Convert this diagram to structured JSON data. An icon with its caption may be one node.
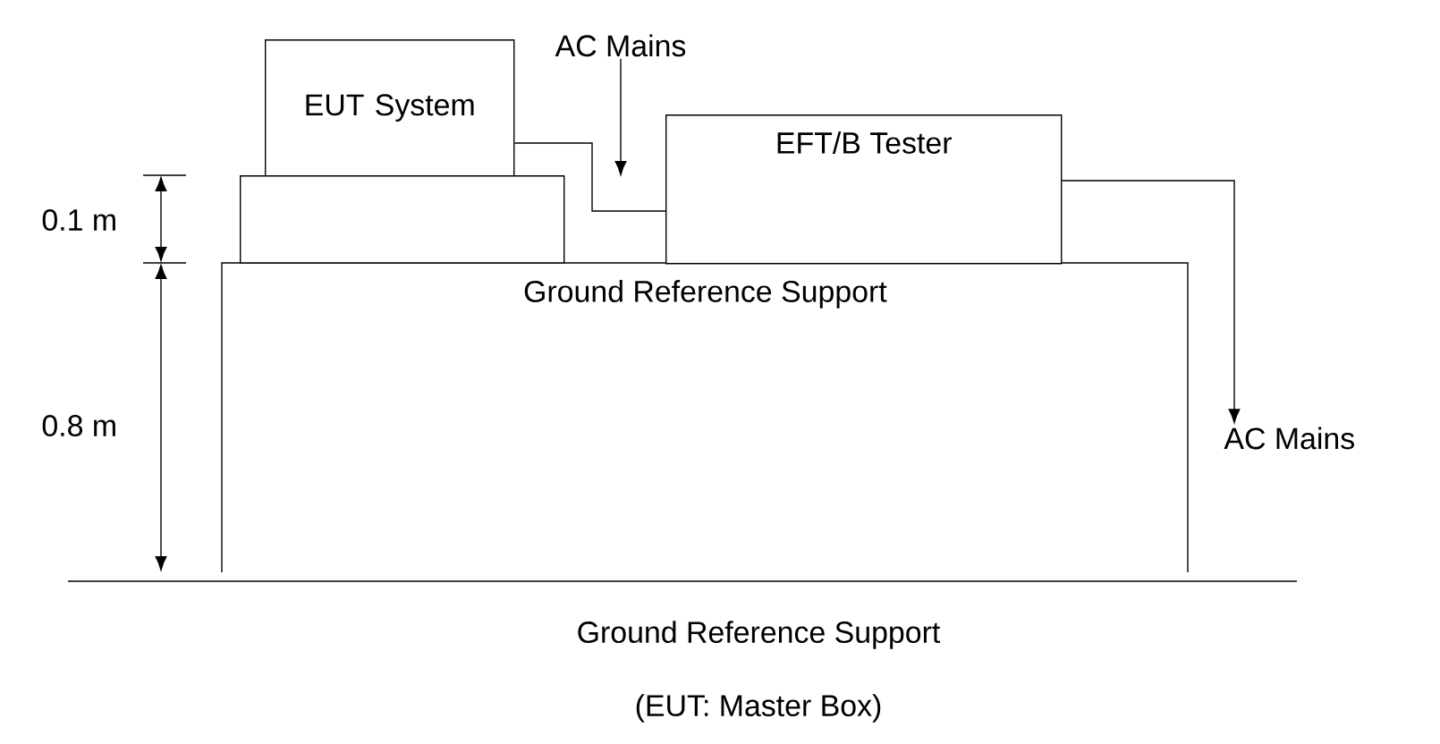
{
  "diagram": {
    "caption": "(EUT: Master Box)",
    "nodes": [
      {
        "text": [
          "EUT System"
        ]
      },
      {
        "text": [],
        "shape": "box"
      },
      {
        "text": [
          "Ground Reference Support"
        ]
      },
      {
        "text": [
          "EFT/B Tester"
        ]
      },
      {
        "text": [
          "AC Mains"
        ]
      },
      {
        "text": [
          "AC Mains"
        ]
      }
    ],
    "edges": [
      {
        "from": 0,
        "to": 3,
        "arrow": "none"
      },
      {
        "from": 4,
        "to": null,
        "arrow": "to"
      },
      {
        "from": 3,
        "to": 5,
        "arrow": "to"
      }
    ],
    "labels": [
      "0.1 m",
      "0.8 m",
      "Ground Reference Support"
    ]
  }
}
